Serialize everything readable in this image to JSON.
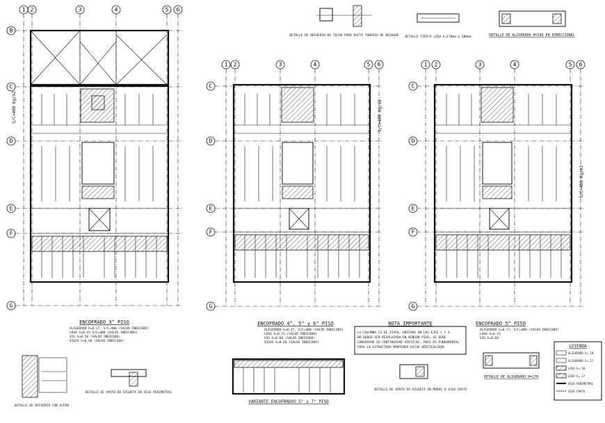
{
  "grid_axes": {
    "vertical": [
      "1",
      "2",
      "3",
      "4",
      "5",
      "6"
    ],
    "horizontal": [
      "B",
      "C",
      "D",
      "E",
      "F",
      "G"
    ]
  },
  "plans": {
    "left": {
      "title": "ENCOFRADO 3° PISO",
      "load_note": "S/C=400 Kg/m2",
      "notes": [
        "ALIGERADO h=0.17, S/C=400 (SALVO INDICADO)",
        "LOSA h=0.15 S/C=400 (SALVO INDICADO)",
        "VIG h=0.50 (SALVO INDICADO)",
        "VIGAS h=0.60 (SALVO INDICADO)"
      ]
    },
    "middle": {
      "title": "ENCOFRADO 4°, 5° y 6° PISO",
      "load_note": "S/C=400 Kg/m2",
      "notes": [
        "ALIGERADO h=0.17, S/C=400 (SALVO INDICADO)",
        "LOSA h=0.15 (SALVO INDICADO)",
        "VIG h=0.60 (SALVO INDICADO)",
        "VIGAS h=0.60 (SALVO INDICADO)"
      ]
    },
    "right": {
      "title": "ENCOFRADO 5° PISO",
      "load_note": "S/C=400 Kg/m2",
      "notes": [
        "ALIGERADO h=0.17, S/C=400 (SALVO INDICADO)",
        "LOSA h=0.15",
        "VIG h=0.60"
      ]
    }
  },
  "details": {
    "top_a": "DETALLE DE REFUERZO DE TECHO PARA DUCTO TUBERIA DE DESAGUE",
    "top_b": "DETALLE TIPICO LOSA h=170mm @ 200mm",
    "top_c": "DETALLE DE ALIGERADO H=200 EN DIRECCIONAL",
    "bottom_a": "DETALLE DE APOYO DE VIGUETA EN VIGA PERIMETRAL",
    "bottom_b": "VARIANTE ENCOFRADOS 5° y 7° PISO",
    "bottom_c": "DETALLE DE APOYO DE VIGUETA EN MUROS O VIGA CHATA",
    "bottom_d": "DETALLE DE ALIGERADO H=170",
    "bottom_e": "DETALLE DE REFUERZO CON ACERO"
  },
  "nota": {
    "heading": "NOTA IMPORTANTE",
    "lines": [
      "LA COLUMNA C2 DE 25X50, UBICADA EN LOS EJES C Y 4",
      "NO DEBER SER DESPLAZADA EN NINGÚN PISO, SE DEBE",
      "CONSERVAR SU CONTINUIDAD VERTICAL, PUES ES FUNDAMENTAL",
      "PARA LA ESTRUCTURA MANTENER DICHA VERTICALIDAD."
    ]
  },
  "leyenda": {
    "heading": "LEYENDA",
    "items": [
      "ALIGERADO h=.20",
      "ALIGERADO h=.17",
      "LOSA h=.20",
      "LOSA h=.17",
      "VIGA PERIMETRAL",
      "VIGA CHATA"
    ]
  }
}
